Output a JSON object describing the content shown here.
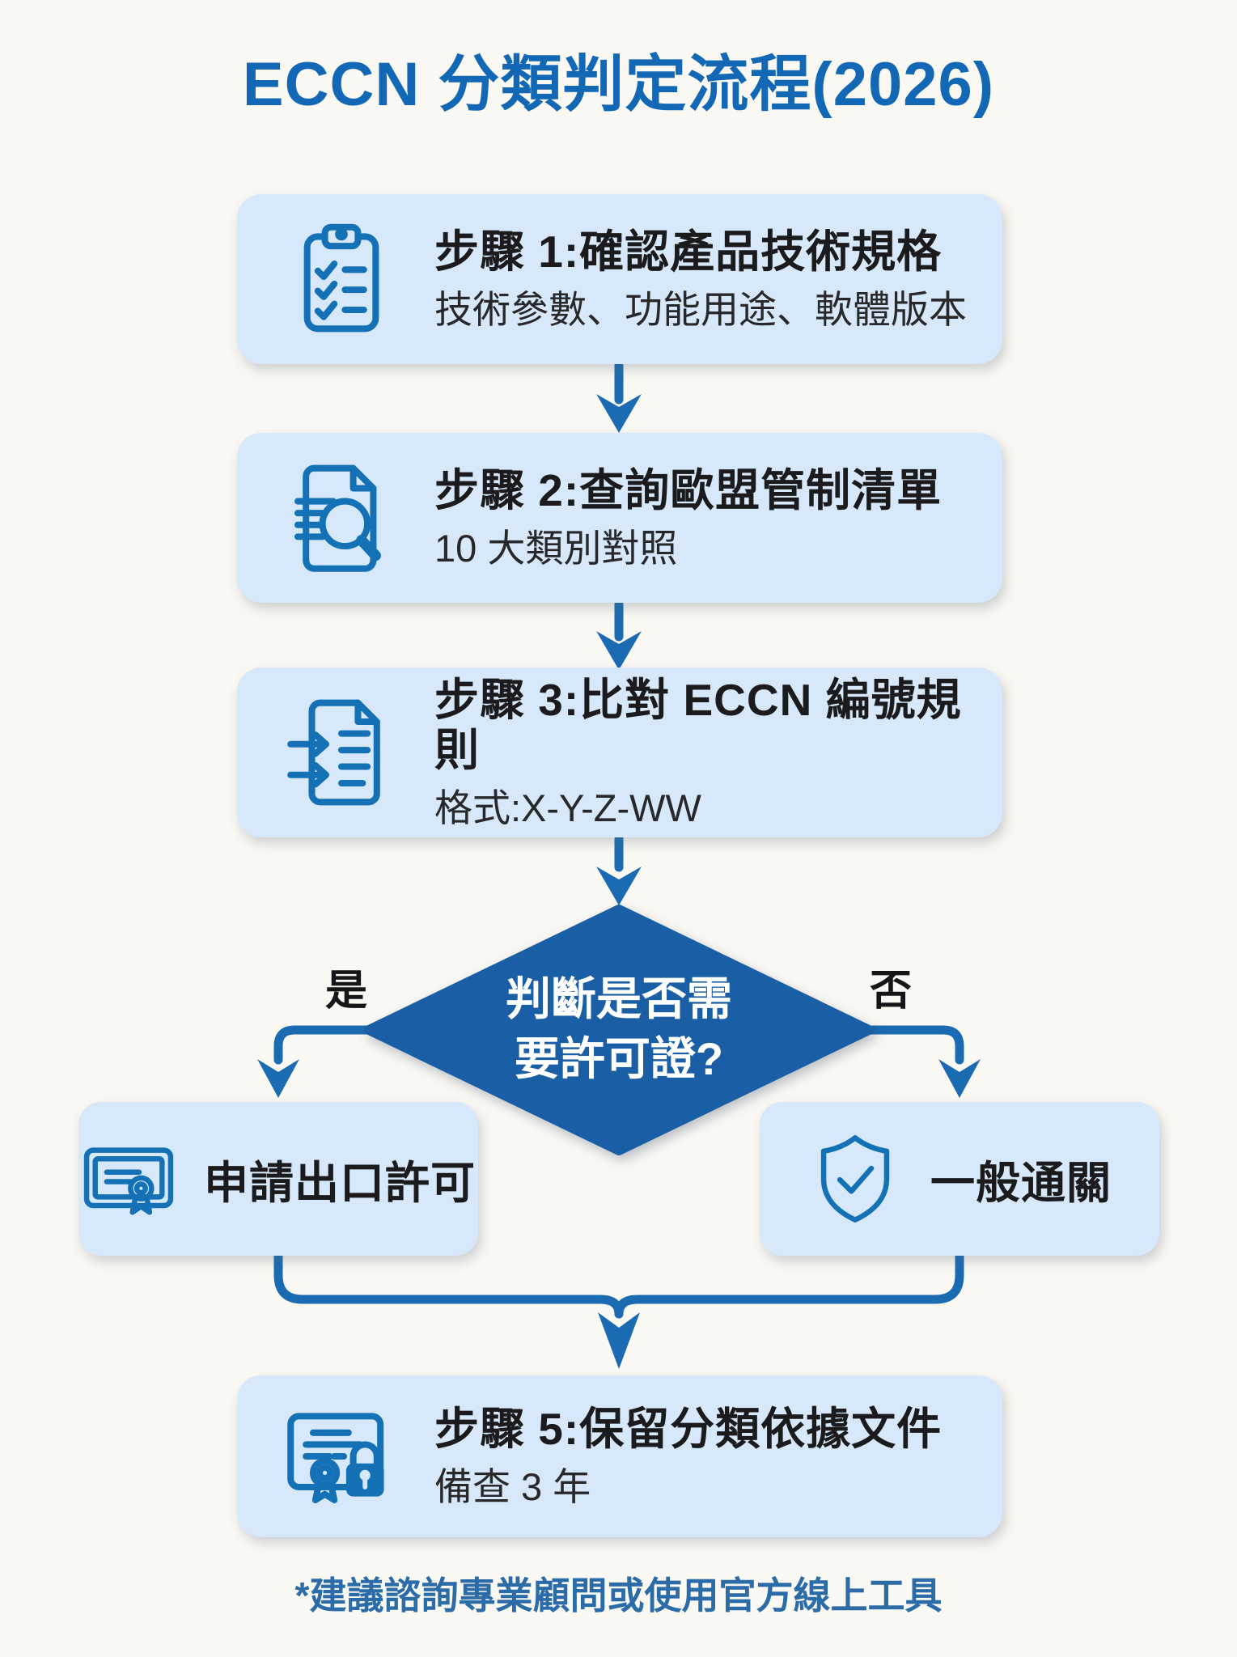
{
  "title": "ECCN 分類判定流程(2026)",
  "steps": [
    {
      "title": "步驟 1:確認產品技術規格",
      "subtitle": "技術參數、功能用途、軟體版本",
      "icon": "clipboard-checklist-icon"
    },
    {
      "title": "步驟 2:查詢歐盟管制清單",
      "subtitle": "10 大類別對照",
      "icon": "document-search-icon"
    },
    {
      "title": "步驟 3:比對 ECCN 編號規則",
      "subtitle": "格式:X-Y-Z-WW",
      "icon": "document-compare-icon"
    }
  ],
  "decision": {
    "question_line1": "判斷是否需",
    "question_line2": "要許可證?",
    "yes_label": "是",
    "no_label": "否"
  },
  "branches": {
    "yes": {
      "label": "申請出口許可",
      "icon": "certificate-icon"
    },
    "no": {
      "label": "一般通關",
      "icon": "shield-check-icon"
    }
  },
  "final_step": {
    "title": "步驟 5:保留分類依據文件",
    "subtitle": "備查 3 年",
    "icon": "certificate-lock-icon"
  },
  "footnote": "*建議諮詢專業顧問或使用官方線上工具",
  "colors": {
    "background": "#faf8f3",
    "box_fill": "#d6e8f9",
    "arrow_blue": "#1b6bb2",
    "diamond_fill": "#1a5fa6",
    "title_blue": "#1268b5",
    "icon_blue": "#1571b5",
    "text_dark": "#1b1b1d",
    "footnote_blue": "#2b6ba8"
  }
}
